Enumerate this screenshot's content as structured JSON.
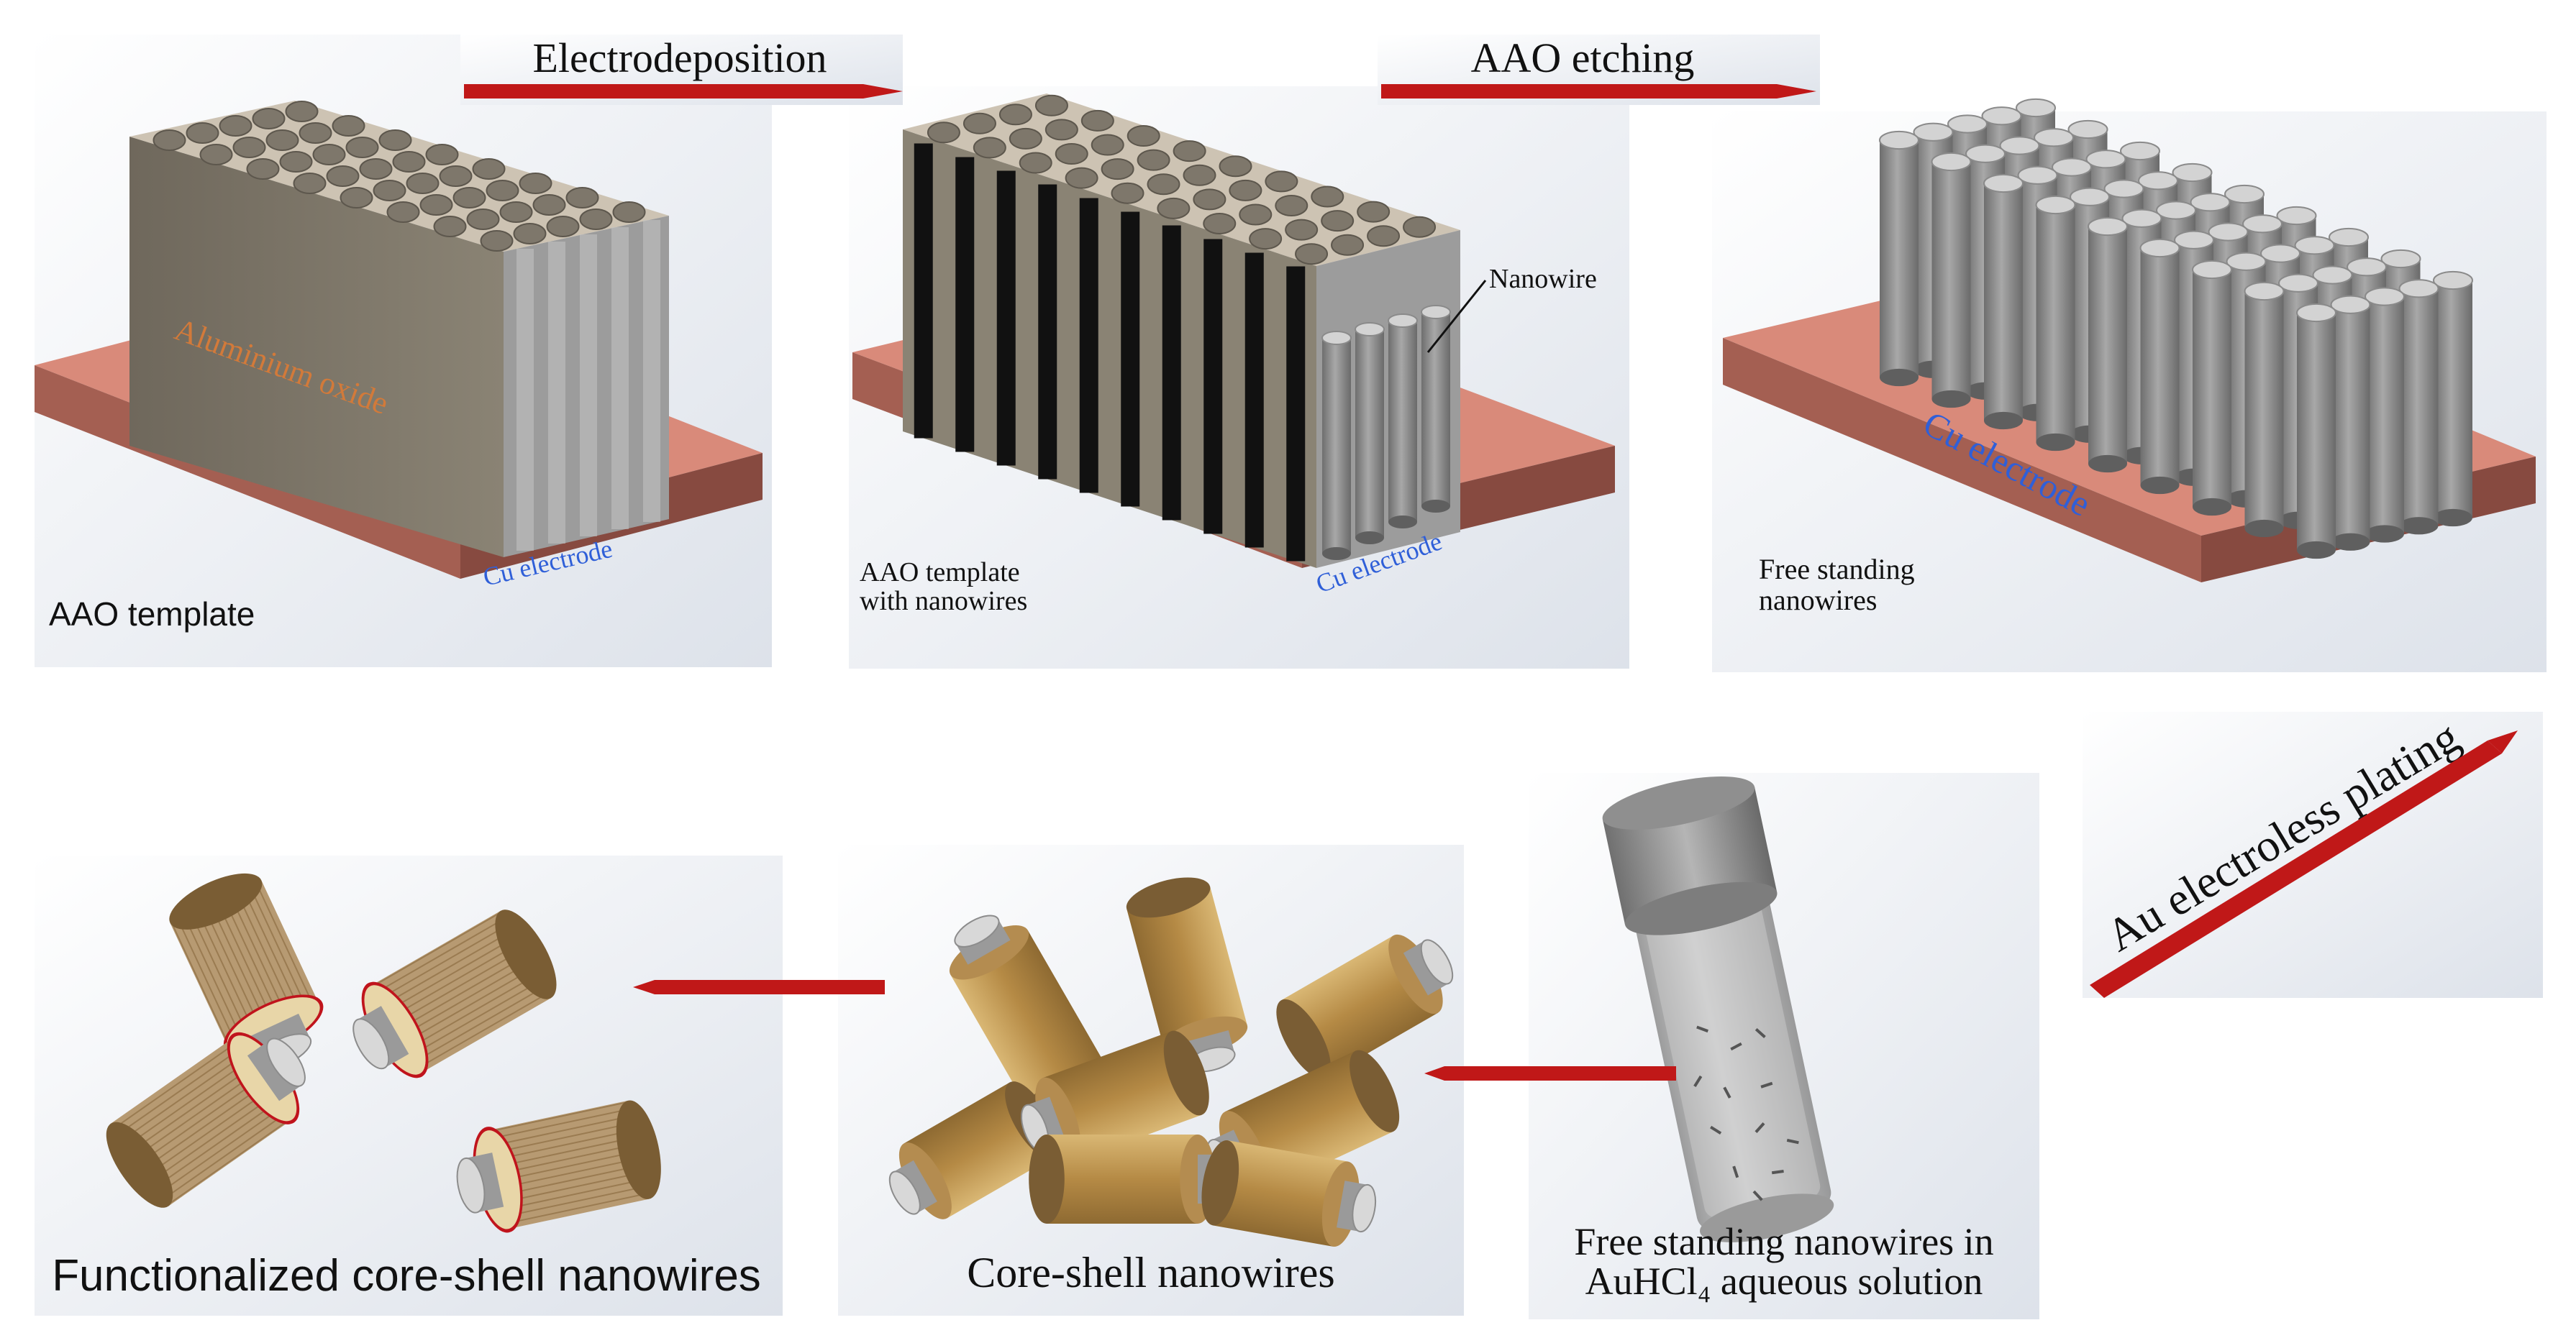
{
  "steps": {
    "electrodeposition": "Electrodeposition",
    "aao_etching": "AAO etching",
    "au_plating": "Au electroless plating"
  },
  "panels": {
    "aao": {
      "caption": "AAO template",
      "material_label": "Aluminium oxide",
      "electrode_label": "Cu electrode"
    },
    "aao_nw": {
      "caption_line1": "AAO template",
      "caption_line2": "with nanowires",
      "nanowire_label": "Nanowire",
      "electrode_label": "Cu electrode"
    },
    "free": {
      "caption_line1": "Free standing",
      "caption_line2": "nanowires",
      "electrode_label": "Cu electrode"
    },
    "vial": {
      "caption_line1": "Free standing nanowires in",
      "caption_line2": "AuHCl₄ aqueous solution"
    },
    "coreshell": {
      "caption": "Core-shell nanowires"
    },
    "functional": {
      "caption": "Functionalized core-shell nanowires"
    }
  },
  "colors": {
    "panel_bg": "#e9ecf2",
    "copper": "#d98a7a",
    "copper_side": "#a45f52",
    "alumina": "#cdc3b3",
    "arrow": "#c01818",
    "electrode_text": "#2f5fd8",
    "material_text": "#d27a3a",
    "gold": "#c8a45a",
    "ring": "#c0141c"
  }
}
